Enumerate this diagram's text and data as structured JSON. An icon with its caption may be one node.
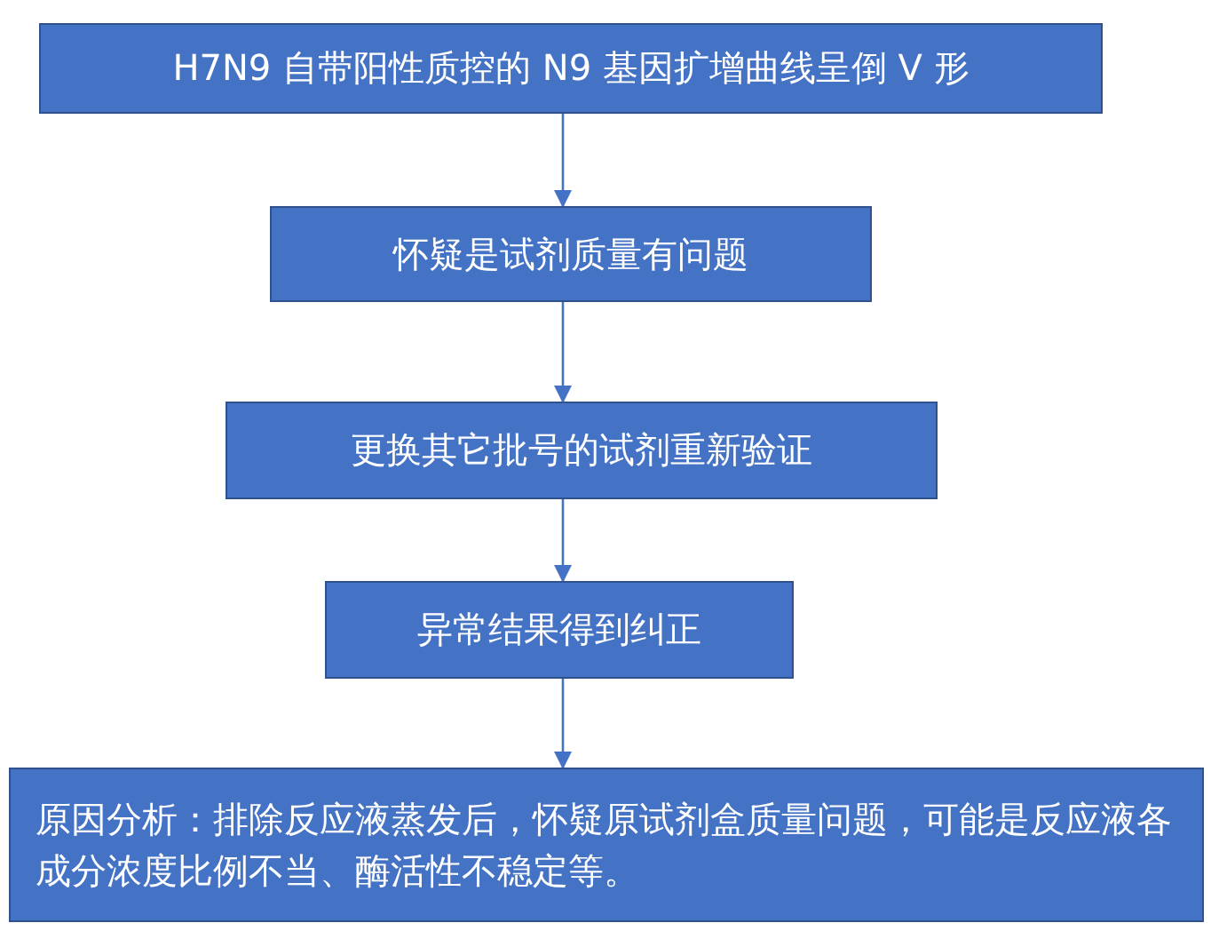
{
  "diagram": {
    "nodes": [
      {
        "text": [
          "H7N9 自带阳性质控的 N9 基因扩增曲线呈倒 V 形"
        ]
      },
      {
        "text": [
          "怀疑是试剂质量有问题"
        ]
      },
      {
        "text": [
          "更换其它批号的试剂重新验证"
        ]
      },
      {
        "text": [
          "异常结果得到纠正"
        ]
      },
      {
        "text": [
          "原因分析：排除反应液蒸发后，怀疑原试剂盒质量问题，可能是反应液各成分浓度比例不当、酶活性不稳定等。"
        ]
      }
    ],
    "edges": [
      {
        "from": 0,
        "to": 1,
        "arrow": "to"
      },
      {
        "from": 1,
        "to": 2,
        "arrow": "to"
      },
      {
        "from": 2,
        "to": 3,
        "arrow": "to"
      },
      {
        "from": 3,
        "to": 4,
        "arrow": "to"
      }
    ]
  }
}
